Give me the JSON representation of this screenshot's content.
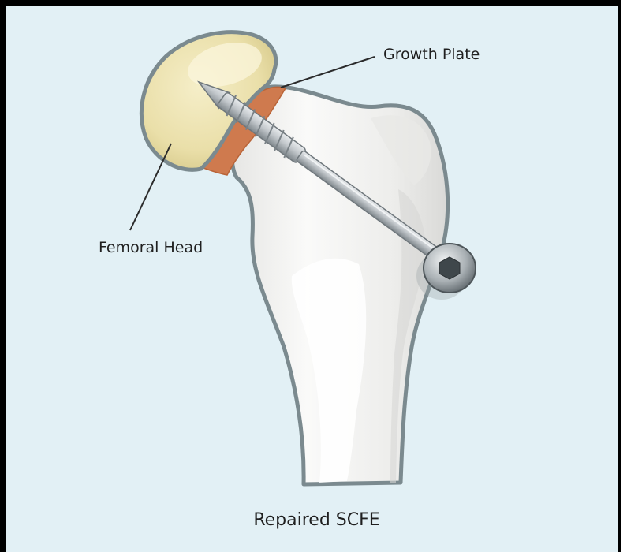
{
  "labels": {
    "growth_plate": "Growth Plate",
    "femoral_head": "Femoral Head"
  },
  "caption": "Repaired SCFE",
  "colors": {
    "background": "#e2f0f5",
    "bone": "#f3f3f1",
    "bone_outline": "#7b8a8f",
    "femoral_head": "#ebe1ae",
    "growth_plate": "#cf7a4e",
    "screw": "#b9bec2",
    "frame": "#000000"
  }
}
